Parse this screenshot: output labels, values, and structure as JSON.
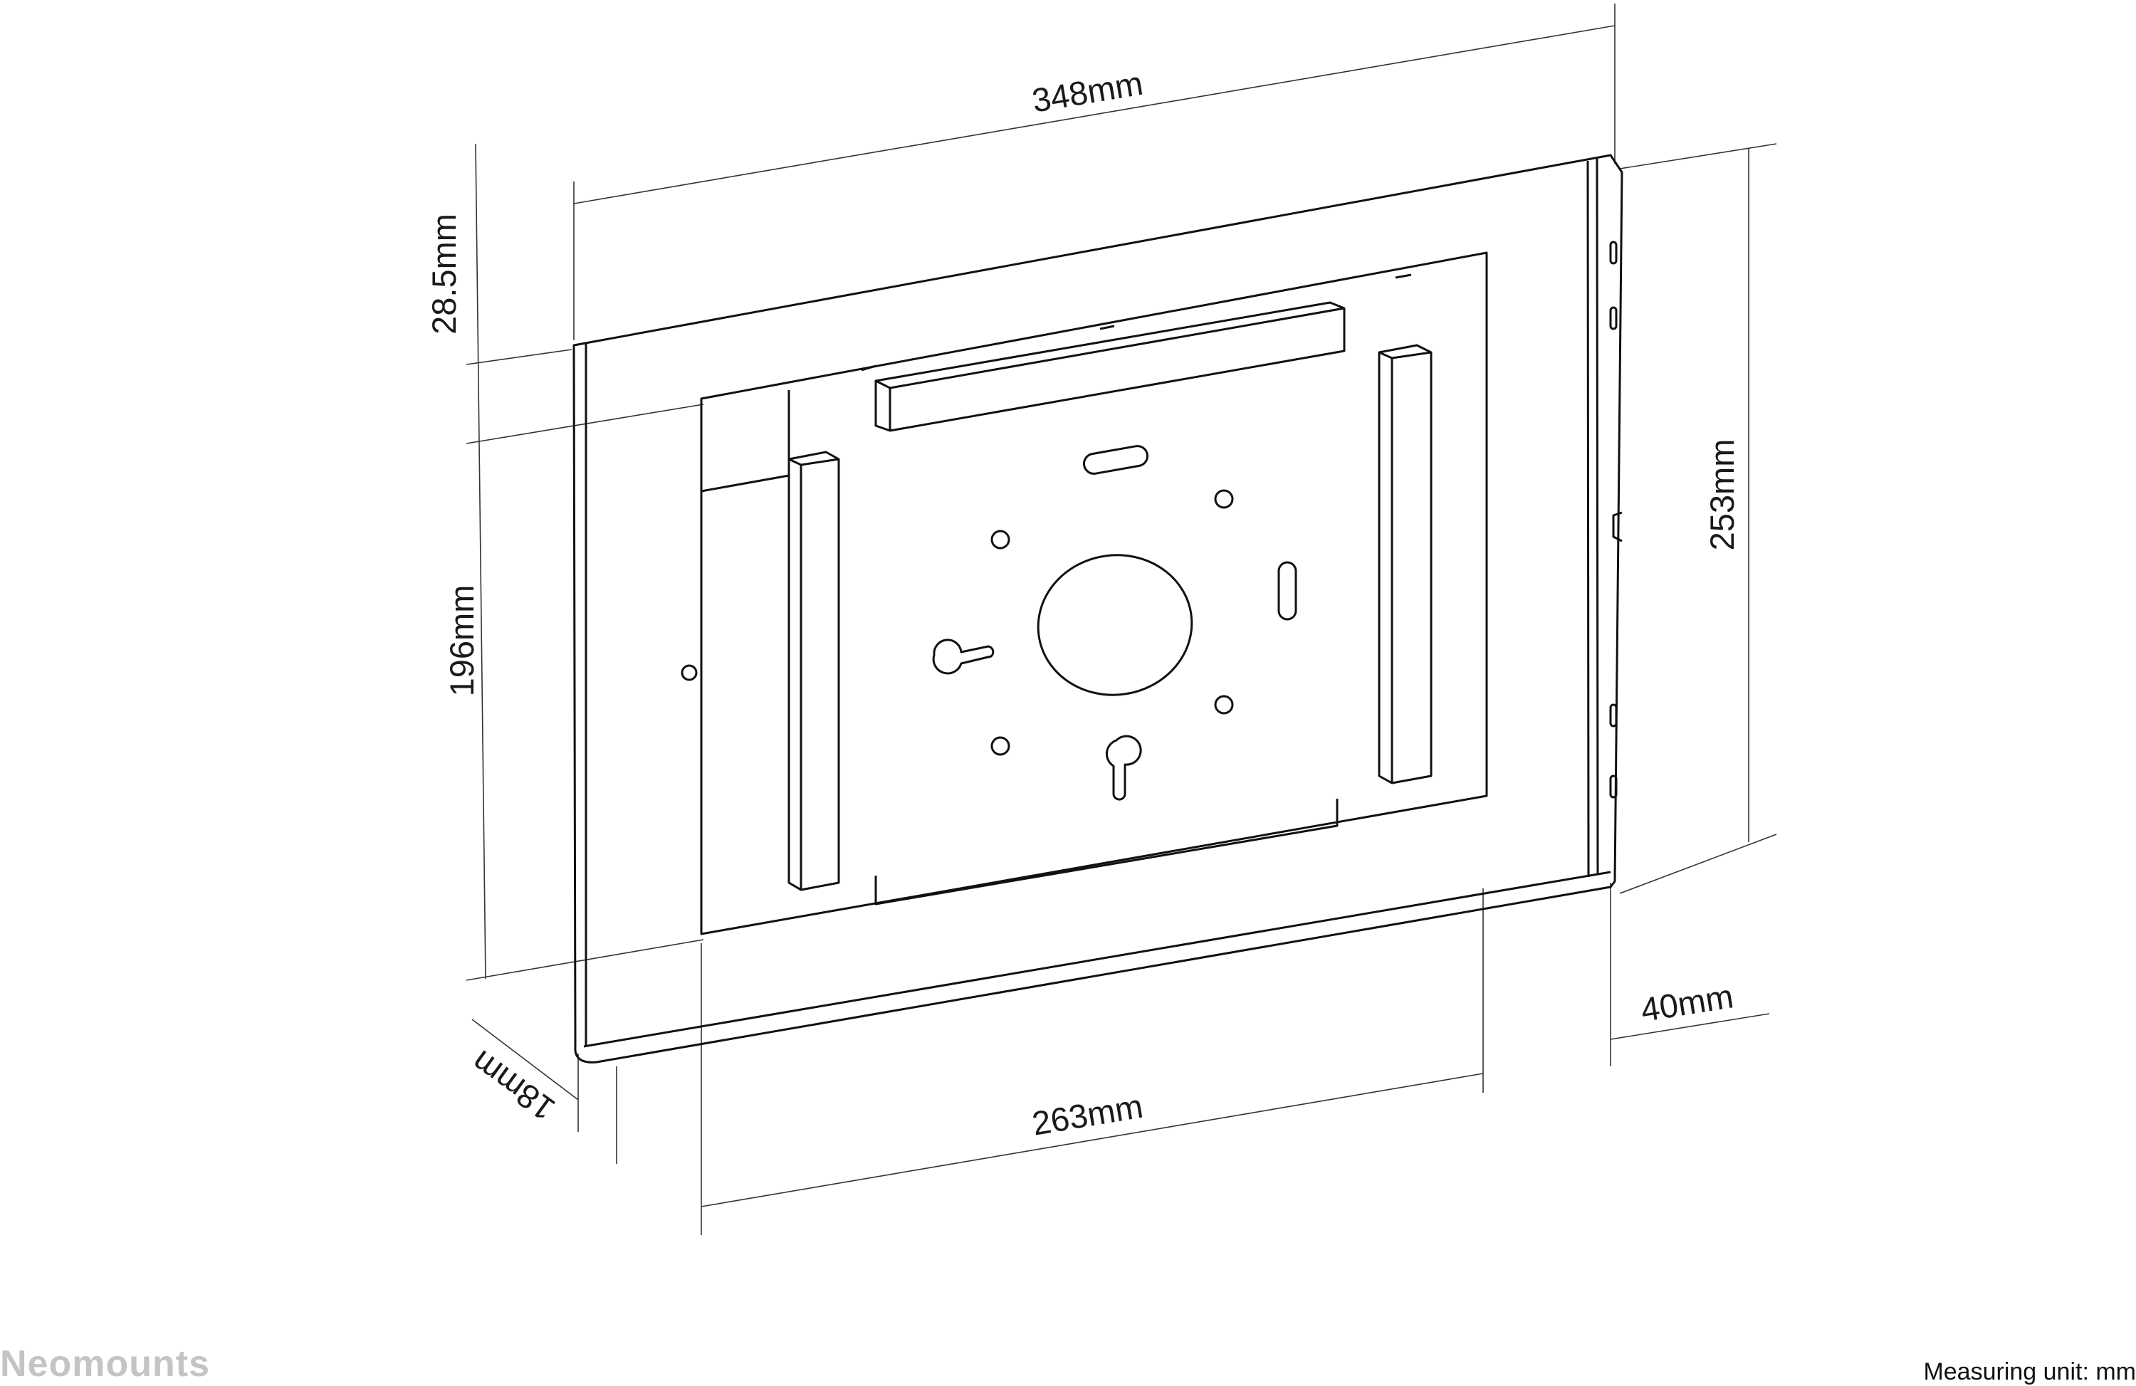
{
  "dimensions": {
    "overall_width": "348mm",
    "top_margin": "28.5mm",
    "screen_height": "196mm",
    "overall_height": "253mm",
    "depth_side": "40mm",
    "screen_width": "263mm",
    "front_lip": "18mm"
  },
  "footer": {
    "logo": "Neomounts",
    "unit_note": "Measuring unit: mm"
  }
}
